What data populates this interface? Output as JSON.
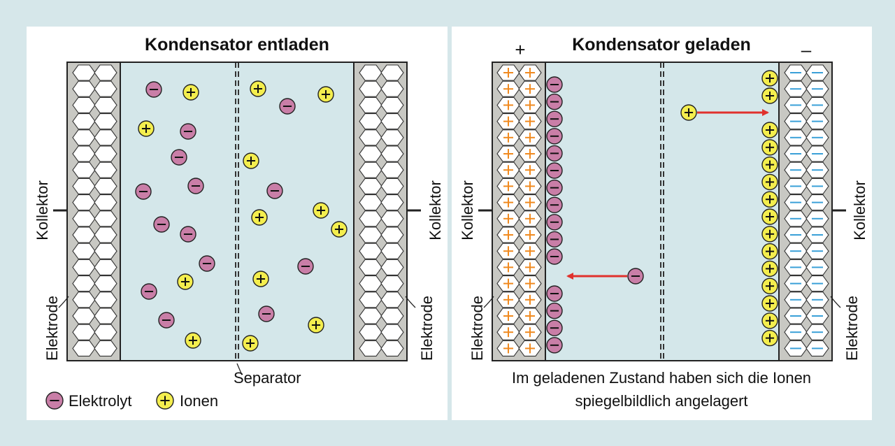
{
  "colors": {
    "background": "#d6e7ea",
    "panel": "#ffffff",
    "electrolyte_area": "#d4e7ea",
    "electrode_frame": "#c8c8c3",
    "anion_fill": "#c97ea7",
    "cation_fill": "#f4ee4e",
    "arrow": "#e0322d",
    "plus_in_electrode": "#f08a20",
    "minus_in_electrode": "#3aa0d8"
  },
  "panel_discharged": {
    "title": "Kondensator entladen",
    "collector_left": "Kollektor",
    "collector_right": "Kollektor",
    "electrode_left": "Elektrode",
    "electrode_right": "Elektrode",
    "separator": "Separator"
  },
  "panel_charged": {
    "title": "Kondensator geladen",
    "plus_sign": "+",
    "minus_sign": "–",
    "collector_left": "Kollektor",
    "collector_right": "Kollektor",
    "electrode_left": "Elektrode",
    "electrode_right": "Elektrode",
    "caption_line1": "Im geladenen Zustand haben sich die Ionen",
    "caption_line2": "spiegelbildlich angelagert"
  },
  "legend": {
    "anion_label": "Elektrolyt",
    "cation_label": "Ionen"
  },
  "icons": {
    "anion": "minus-circle-icon",
    "cation": "plus-circle-icon"
  }
}
